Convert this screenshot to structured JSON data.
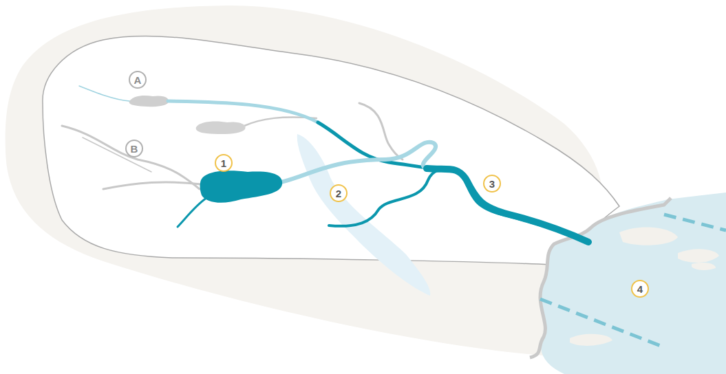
{
  "diagram": {
    "labels": [
      "A",
      "B",
      "1",
      "2",
      "3",
      "4"
    ]
  }
}
